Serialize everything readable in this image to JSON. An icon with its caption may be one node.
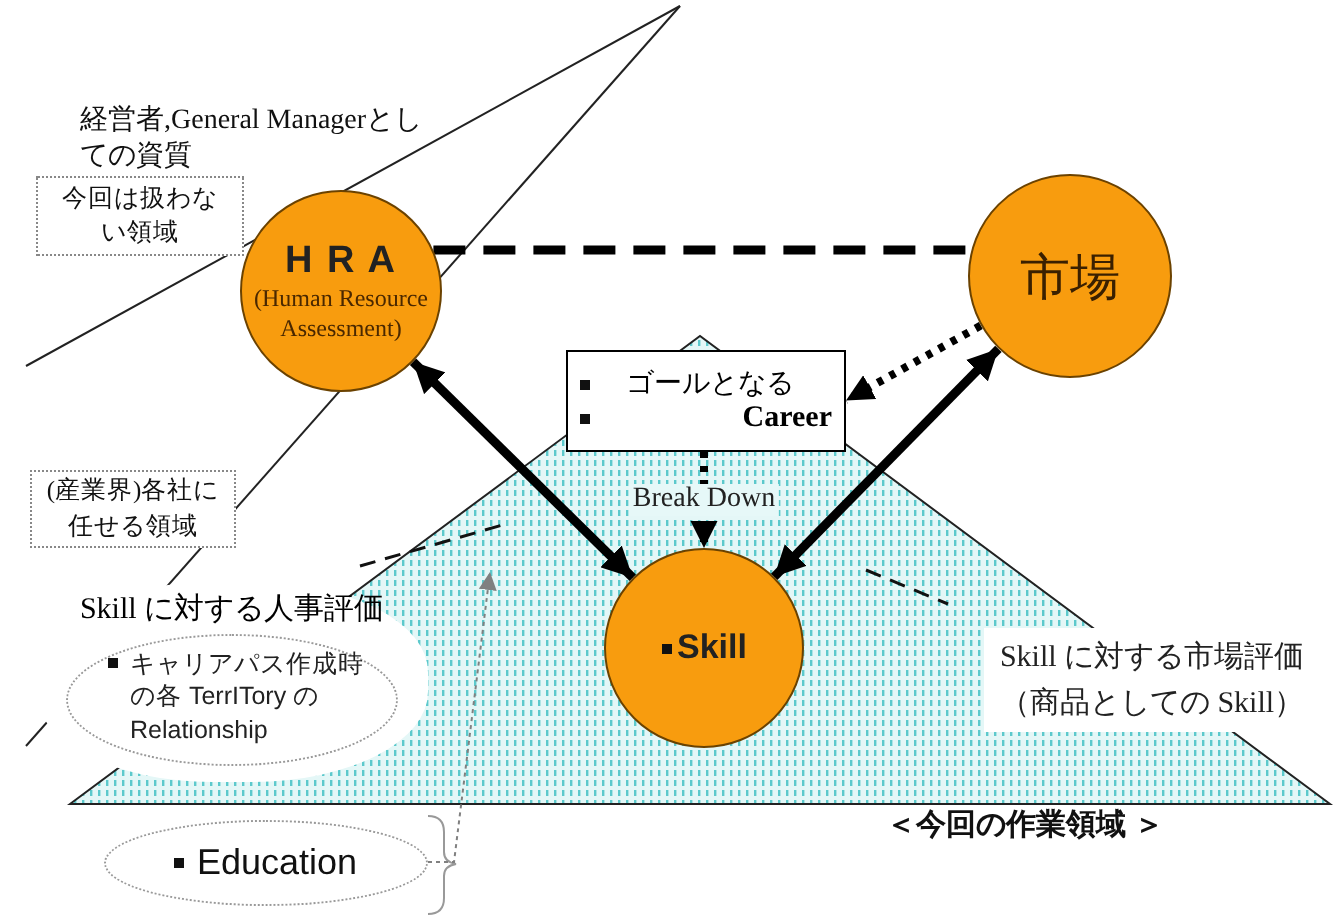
{
  "diagram": {
    "nodes": [
      {
        "text": [
          "今回は扱わない領域"
        ]
      },
      {
        "text": [
          "H R A",
          "(Human Resource Assessment)"
        ]
      },
      {
        "text": [
          "市場"
        ]
      },
      {
        "text": [
          "ゴールとなる",
          "Career"
        ]
      },
      {
        "text": [
          "(産業界)各社に任せる領域"
        ]
      },
      {
        "text": [
          "Skill"
        ]
      },
      {
        "text": [
          "Skill に対する人事評価",
          "キャリアパス作成時の各 TerrITory の Relationship"
        ]
      },
      {
        "text": [
          "Skill に対する市場評価",
          "（商品としての Skill）"
        ]
      },
      {
        "text": [
          "Education"
        ]
      }
    ],
    "edges": [
      {
        "from": 1,
        "to": 2,
        "arrow": "none",
        "style": "dashed"
      },
      {
        "from": 2,
        "to": 3,
        "arrow": "to",
        "style": "dashed"
      },
      {
        "from": 3,
        "to": 5,
        "arrow": "to",
        "style": "dashed",
        "label": "Break Down"
      },
      {
        "from": 1,
        "to": 5,
        "arrow": "both"
      },
      {
        "from": 5,
        "to": 2,
        "arrow": "both"
      },
      {
        "from": 8,
        "to": null,
        "arrow": "to",
        "style": "dashed",
        "color": "#808080"
      }
    ],
    "labels": [
      "経営者,General Managerとしての資質",
      "＜今回の作業領域 ＞"
    ]
  }
}
